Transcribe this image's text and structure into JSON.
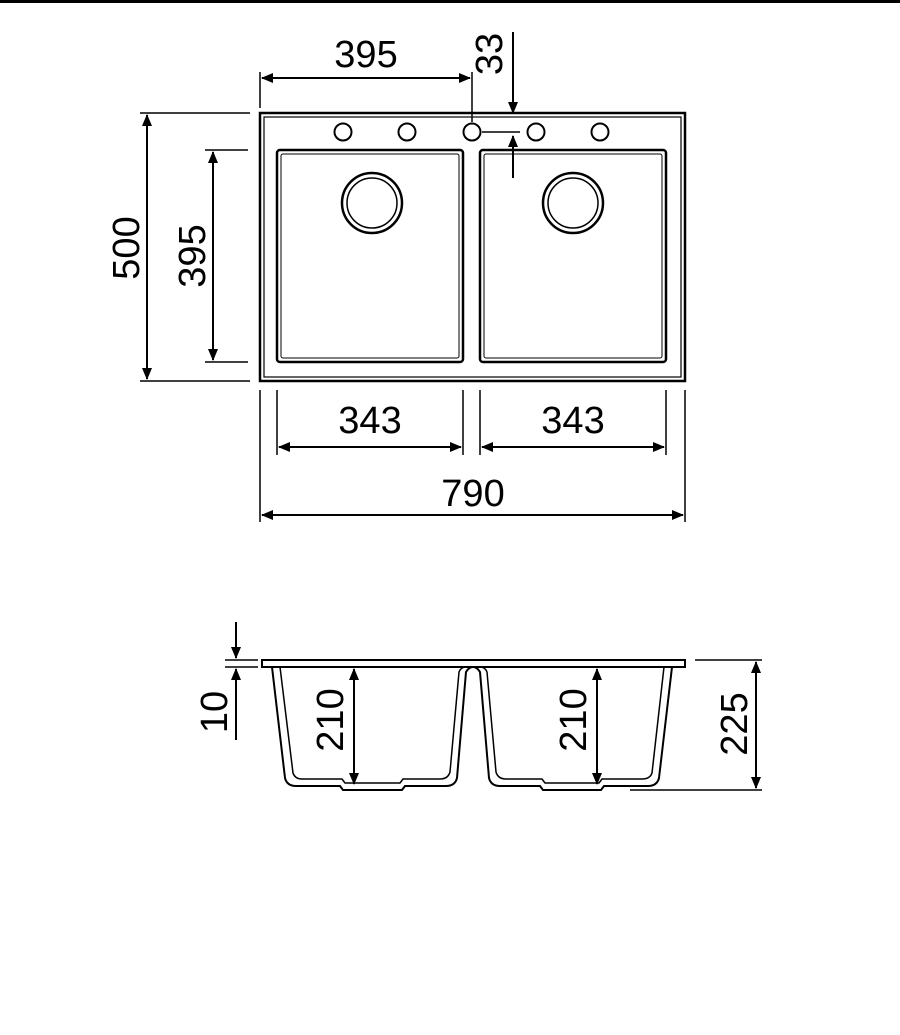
{
  "plan_view": {
    "width_dim": "790",
    "depth_dim": "500",
    "bowl_depth_dim": "395",
    "tap_offset_dim": "395",
    "edge_gap_dim": "33",
    "left_bowl_width_dim": "343",
    "right_bowl_width_dim": "343"
  },
  "section_view": {
    "rim_thickness_dim": "10",
    "left_bowl_height_dim": "210",
    "right_bowl_height_dim": "210",
    "total_height_dim": "225"
  },
  "colors": {
    "line": "#000000",
    "background": "#ffffff"
  }
}
